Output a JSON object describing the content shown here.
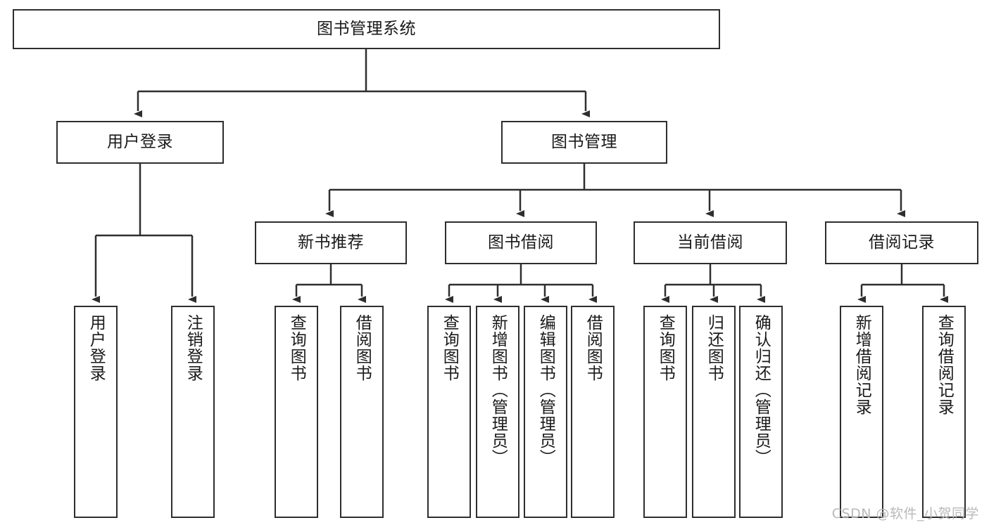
{
  "diagram": {
    "type": "tree-hierarchy",
    "title": "图书管理系统",
    "stroke_color": "#2e2e2e",
    "fill_color": "#ffffff",
    "text_color": "#1a1a1a",
    "watermark": "CSDN @软件_小贺同学",
    "levels": {
      "root": {
        "label": "图书管理系统"
      },
      "level1": [
        {
          "id": "user-login",
          "label": "用户登录"
        },
        {
          "id": "book-manage",
          "label": "图书管理"
        }
      ],
      "level2": [
        {
          "id": "new-book-recommend",
          "label": "新书推荐",
          "parent": "book-manage"
        },
        {
          "id": "book-borrow",
          "label": "图书借阅",
          "parent": "book-manage"
        },
        {
          "id": "current-borrow",
          "label": "当前借阅",
          "parent": "book-manage"
        },
        {
          "id": "borrow-record",
          "label": "借阅记录",
          "parent": "book-manage"
        }
      ],
      "leaves": [
        {
          "id": "leaf-user-login",
          "label": "用户登录",
          "parent": "user-login"
        },
        {
          "id": "leaf-user-logout",
          "label": "注销登录",
          "parent": "user-login"
        },
        {
          "id": "leaf-query-book-1",
          "label": "查询图书",
          "parent": "new-book-recommend"
        },
        {
          "id": "leaf-borrow-book-1",
          "label": "借阅图书",
          "parent": "new-book-recommend"
        },
        {
          "id": "leaf-query-book-2",
          "label": "查询图书",
          "parent": "book-borrow"
        },
        {
          "id": "leaf-add-book",
          "label": "新增图书（管理员）",
          "parent": "book-borrow"
        },
        {
          "id": "leaf-edit-book",
          "label": "编辑图书（管理员）",
          "parent": "book-borrow"
        },
        {
          "id": "leaf-borrow-book-2",
          "label": "借阅图书",
          "parent": "book-borrow"
        },
        {
          "id": "leaf-query-book-3",
          "label": "查询图书",
          "parent": "current-borrow"
        },
        {
          "id": "leaf-return-book",
          "label": "归还图书",
          "parent": "current-borrow"
        },
        {
          "id": "leaf-confirm-return",
          "label": "确认归还（管理员）",
          "parent": "current-borrow"
        },
        {
          "id": "leaf-add-record",
          "label": "新增借阅记录",
          "parent": "borrow-record"
        },
        {
          "id": "leaf-query-record",
          "label": "查询借阅记录",
          "parent": "borrow-record"
        }
      ]
    }
  }
}
